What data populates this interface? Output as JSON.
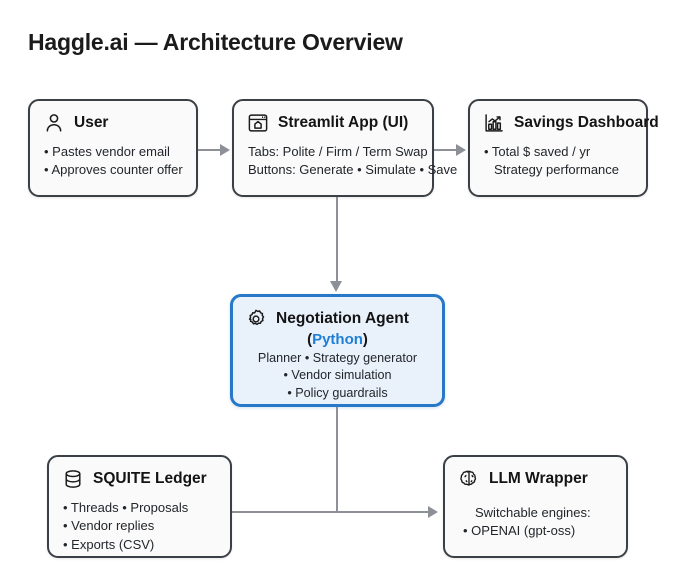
{
  "title": "Haggle.ai — Architecture Overview",
  "nodes": {
    "user": {
      "title": "User",
      "icon": "person-icon",
      "lines": [
        "• Pastes vendor email",
        "• Approves counter offer"
      ]
    },
    "streamlit": {
      "title": "Streamlit App (UI)",
      "icon": "browser-window-icon",
      "lines": [
        "Tabs: Polite / Firm / Term Swap",
        "Buttons: Generate • Simulate • Save"
      ]
    },
    "dashboard": {
      "title": "Savings Dashboard",
      "icon": "bar-chart-icon",
      "lines": [
        "• Total $ saved / yr",
        "Strategy performance"
      ]
    },
    "agent": {
      "title": "Negotiation Agent",
      "icon": "gear-icon",
      "subtitle_prefix": "(",
      "subtitle_highlight": "Python",
      "subtitle_suffix": ")",
      "lines": [
        "Planner • Strategy generator",
        "• Vendor simulation",
        "• Policy guardrails"
      ]
    },
    "ledger": {
      "title": "SQUITE Ledger",
      "icon": "database-icon",
      "lines": [
        "• Threads • Proposals",
        "• Vendor replies",
        "• Exports (CSV)"
      ]
    },
    "llm": {
      "title": "LLM Wrapper",
      "icon": "brain-icon",
      "lines": [
        "Switchable engines:",
        "• OPENAI (gpt-oss)"
      ]
    }
  },
  "colors": {
    "accent_border": "#2878c8",
    "accent_fill": "#e9f1fb",
    "python_text": "#1f7fd4",
    "node_border": "#3b4046",
    "node_fill": "#fafafa",
    "connector": "#8d9197",
    "text": "#1b1b1b",
    "background": "#ffffff"
  }
}
